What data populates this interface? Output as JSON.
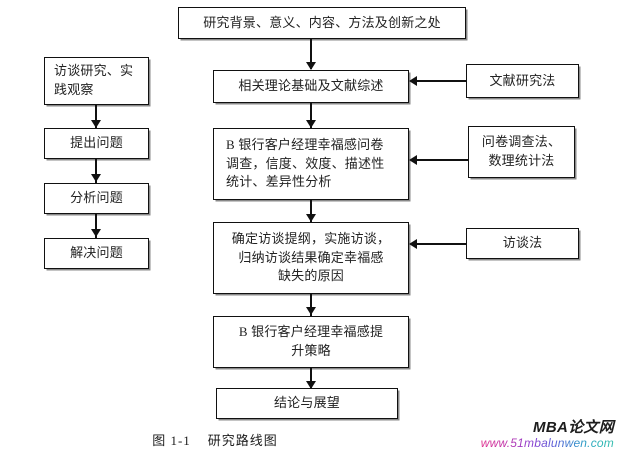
{
  "figure": {
    "caption": "图 1-1    研究路线图"
  },
  "main_flow": {
    "node1": {
      "lines": [
        "研究背景、意义、内容、方法及创新之处"
      ]
    },
    "node2": {
      "lines": [
        "相关理论基础及文献综述"
      ]
    },
    "node3": {
      "lines": [
        "B 银行客户经理幸福感问卷",
        "调查，信度、效度、描述性",
        "统计、差异性分析"
      ]
    },
    "node4": {
      "lines": [
        "确定访谈提纲，实施访谈，",
        "归纳访谈结果确定幸福感",
        "缺失的原因"
      ]
    },
    "node5": {
      "lines": [
        "B 银行客户经理幸福感提",
        "升策略"
      ]
    },
    "node6": {
      "lines": [
        "结论与展望"
      ]
    }
  },
  "left_flow": {
    "node1": {
      "lines": [
        "访谈研究、实",
        "践观察"
      ]
    },
    "node2": {
      "lines": [
        "提出问题"
      ]
    },
    "node3": {
      "lines": [
        "分析问题"
      ]
    },
    "node4": {
      "lines": [
        "解决问题"
      ]
    }
  },
  "right_methods": {
    "node1": {
      "lines": [
        "文献研究法"
      ]
    },
    "node2": {
      "lines": [
        "问卷调查法、",
        "数理统计法"
      ]
    },
    "node3": {
      "lines": [
        "访谈法"
      ]
    }
  },
  "watermark": {
    "brand": "MBA论文网",
    "url": "www.51mbalunwen.com"
  },
  "colors": {
    "stroke": "#111111",
    "background": "#ffffff",
    "text": "#222222",
    "watermark_brand": "#1d1d1d",
    "watermark_url_start": "#e0338f",
    "watermark_url_end": "#35bdae"
  }
}
